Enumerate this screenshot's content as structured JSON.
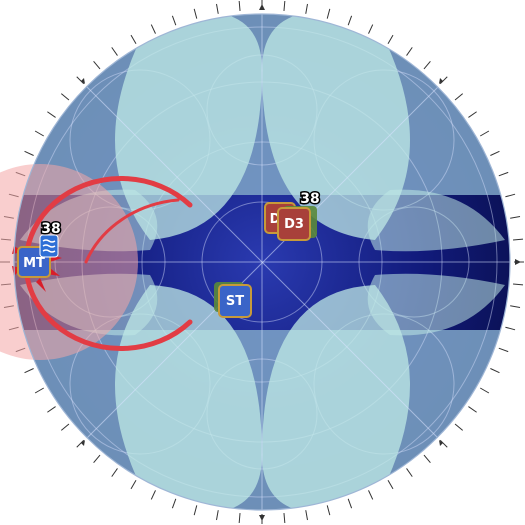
{
  "arena": {
    "floor_color": "#0d1466",
    "floor_light_color": "#7fa6c8",
    "safe_zone_color": "#bfe9e6",
    "danger_zone_color": "#f4a6a6",
    "tick_color": "#333333",
    "ring_color": "#d9e3ff"
  },
  "markers": [
    {
      "id": "mt",
      "label": "MT",
      "role": "tank",
      "color": "#3a64c8",
      "border": "#c79a3a",
      "text_color": "#ffffff"
    },
    {
      "id": "st",
      "label": "ST",
      "role": "tank",
      "color": "#3a64c8",
      "border": "#c79a3a",
      "text_color": "#ffffff"
    },
    {
      "id": "d3",
      "label": "D3",
      "role": "dps",
      "color": "#a8403a",
      "border": "#c79a3a",
      "text_color": "#ffffff"
    },
    {
      "id": "d-behind",
      "label": "D",
      "role": "dps",
      "color": "#a8403a",
      "border": "#c79a3a",
      "text_color": "#ffffff"
    }
  ],
  "status_icons": [
    {
      "id": "debuff-mt",
      "icon": "water-debuff-icon",
      "stacks": "38"
    },
    {
      "id": "debuff-d3",
      "icon": "water-debuff-icon",
      "stacks": "38"
    }
  ],
  "hazards": [
    {
      "id": "cleave-arc",
      "icon": "red-arc-cleave",
      "color": "#e23c44"
    },
    {
      "id": "spike-burst",
      "icon": "red-spike-burst",
      "color": "#d91e2a"
    }
  ]
}
